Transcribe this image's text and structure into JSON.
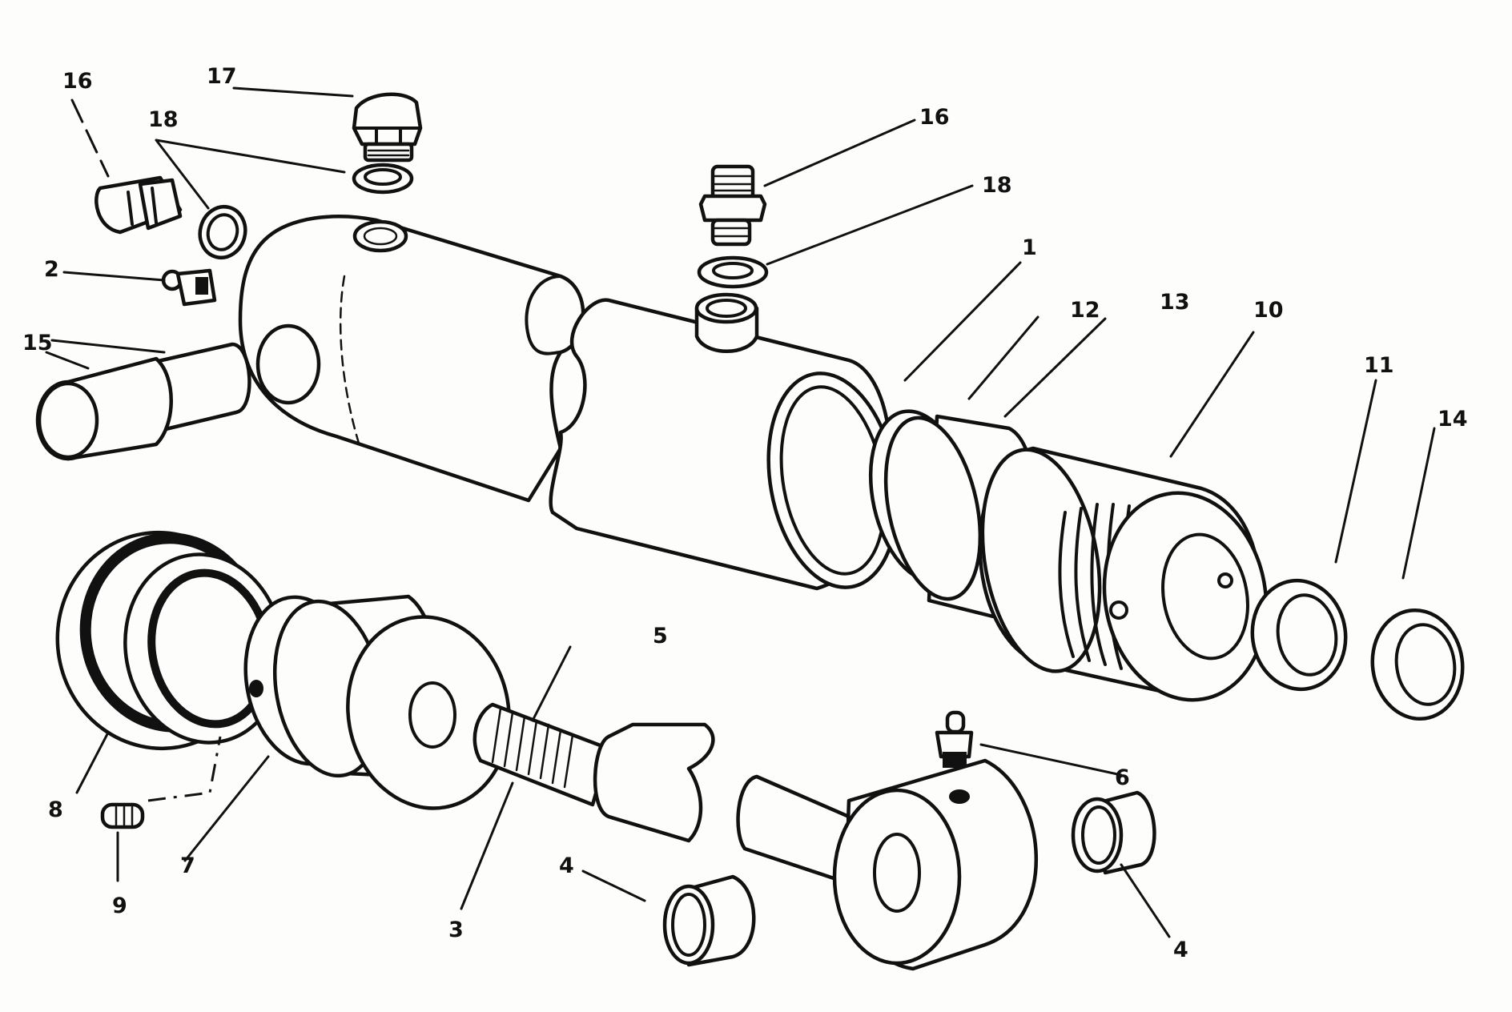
{
  "figure": {
    "type": "exploded parts diagram",
    "subject": "hydraulic cylinder assembly",
    "callouts": [
      {
        "id": "c1",
        "number": "1",
        "part": "cylinder barrel"
      },
      {
        "id": "c2",
        "number": "2",
        "part": "grease nipple (barrel end)"
      },
      {
        "id": "c3",
        "number": "3",
        "part": "piston rod thread"
      },
      {
        "id": "c4a",
        "number": "4",
        "part": "bush (left)"
      },
      {
        "id": "c4b",
        "number": "4",
        "part": "bush (right)"
      },
      {
        "id": "c5",
        "number": "5",
        "part": "piston rod"
      },
      {
        "id": "c6",
        "number": "6",
        "part": "grease nipple (rod eye)"
      },
      {
        "id": "c7",
        "number": "7",
        "part": "piston"
      },
      {
        "id": "c8",
        "number": "8",
        "part": "piston seal ring"
      },
      {
        "id": "c9",
        "number": "9",
        "part": "grub screw"
      },
      {
        "id": "c10",
        "number": "10",
        "part": "gland / end cap"
      },
      {
        "id": "c11",
        "number": "11",
        "part": "rod seal"
      },
      {
        "id": "c12",
        "number": "12",
        "part": "O-ring"
      },
      {
        "id": "c13",
        "number": "13",
        "part": "back-up ring"
      },
      {
        "id": "c14",
        "number": "14",
        "part": "wiper seal"
      },
      {
        "id": "c15",
        "number": "15",
        "part": "clevis pin / bushes"
      },
      {
        "id": "c16a",
        "number": "16",
        "part": "port adapter (left)"
      },
      {
        "id": "c16b",
        "number": "16",
        "part": "port adapter (top)"
      },
      {
        "id": "c17",
        "number": "17",
        "part": "blanking plug"
      },
      {
        "id": "c18a",
        "number": "18",
        "part": "sealing washer (left)"
      },
      {
        "id": "c18b",
        "number": "18",
        "part": "sealing washer (top)"
      }
    ]
  },
  "labels": {
    "c1": "1",
    "c2": "2",
    "c3": "3",
    "c4a": "4",
    "c4b": "4",
    "c5": "5",
    "c6": "6",
    "c7": "7",
    "c8": "8",
    "c9": "9",
    "c10": "10",
    "c11": "11",
    "c12": "12",
    "c13": "13",
    "c14": "14",
    "c15": "15",
    "c16a": "16",
    "c16b": "16",
    "c17": "17",
    "c18a": "18",
    "c18b": "18"
  },
  "colors": {
    "ink": "#111111",
    "paper": "#fdfdfb"
  }
}
